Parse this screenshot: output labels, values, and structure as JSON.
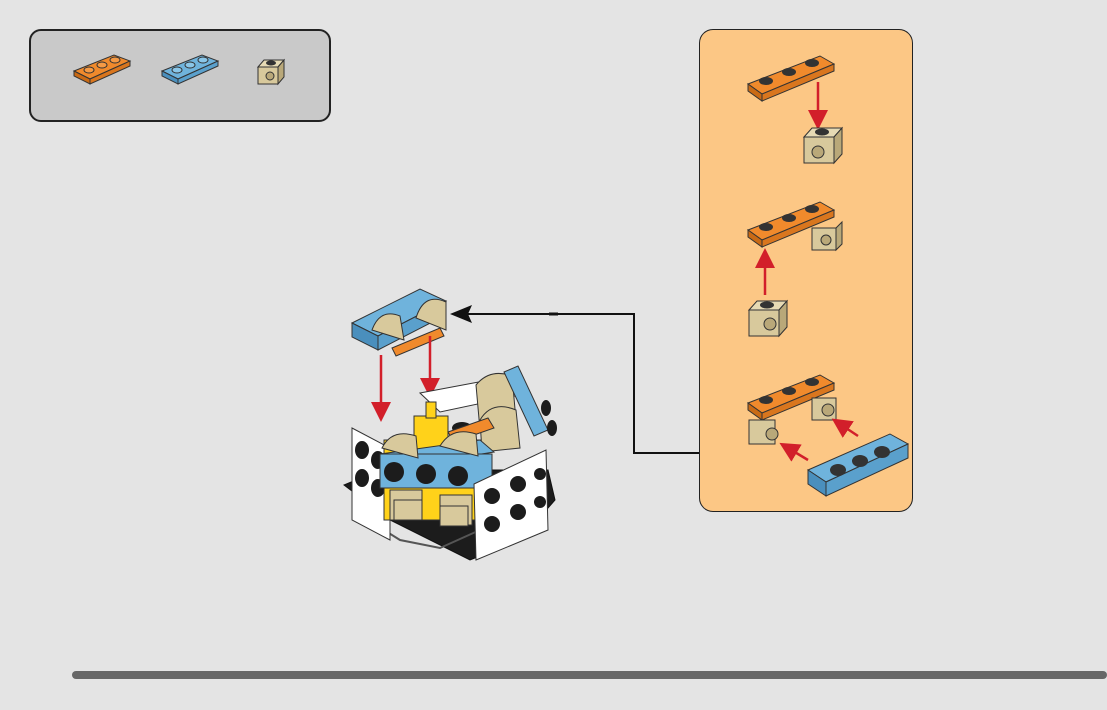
{
  "colors": {
    "background": "#e4e4e4",
    "parts_panel": "#c9c9c9",
    "subassembly_panel": "#fcc785",
    "orange_plate": "#f08a2c",
    "blue_plate": "#6fb3dc",
    "tan_brick": "#d8c99c",
    "yellow": "#ffd21a",
    "white": "#ffffff",
    "black": "#1c1c1c",
    "arrow_red": "#d21f2a",
    "progress": "#676767"
  },
  "parts": [
    {
      "name": "orange-plate-1x3",
      "color": "#f08a2c",
      "qty": ""
    },
    {
      "name": "blue-plate-1x3",
      "color": "#6fb3dc",
      "qty": ""
    },
    {
      "name": "tan-brick-1x1-side-stud",
      "color": "#d8c99c",
      "qty": ""
    }
  ],
  "icons": [
    "orange-plate-icon",
    "blue-plate-icon",
    "tan-bracket-icon",
    "red-arrow-icon",
    "connector-arrow-icon"
  ]
}
